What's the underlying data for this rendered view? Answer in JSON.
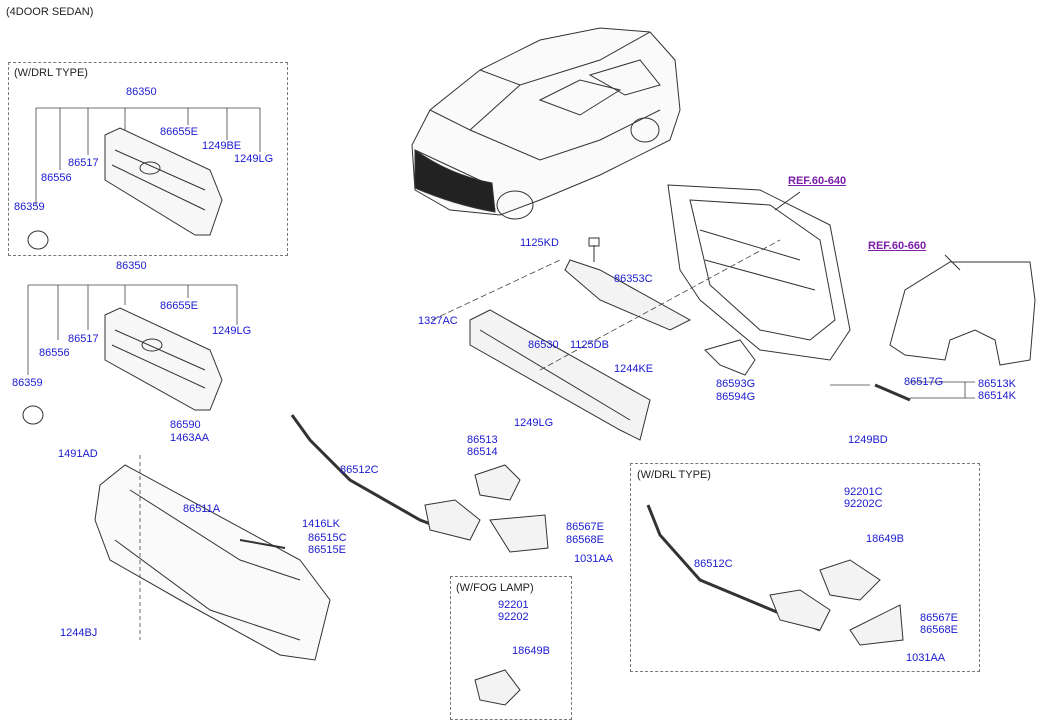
{
  "header": {
    "title": "(4DOOR SEDAN)"
  },
  "boxes": {
    "drl_grille": "(W/DRL TYPE)",
    "drl_lower": "(W/DRL TYPE)",
    "fog": "(W/FOG LAMP)"
  },
  "refs": {
    "ref1": "REF.60-640",
    "ref2": "REF.60-660"
  },
  "labels": {
    "p86350a": "86350",
    "p86655Ea": "86655E",
    "p1249BE": "1249BE",
    "p1249LGa": "1249LG",
    "p86517a": "86517",
    "p86556a": "86556",
    "p86359a": "86359",
    "p86350b": "86350",
    "p86655Eb": "86655E",
    "p1249LGb": "1249LG",
    "p86517b": "86517",
    "p86556b": "86556",
    "p86359b": "86359",
    "p1125KD": "1125KD",
    "p86353C": "86353C",
    "p1327AC": "1327AC",
    "p86530": "86530",
    "p1125DB": "1125DB",
    "p1244KE": "1244KE",
    "p86593G": "86593G",
    "p86594G": "86594G",
    "p86517G": "86517G",
    "p86513K": "86513K",
    "p86514K": "86514K",
    "p1249BD": "1249BD",
    "p86590": "86590",
    "p1463AA": "1463AA",
    "p1491AD": "1491AD",
    "p86512Ca": "86512C",
    "p86513": "86513",
    "p86514": "86514",
    "p1249LGc": "1249LG",
    "p86511A": "86511A",
    "p1416LK": "1416LK",
    "p86515C": "86515C",
    "p86515E": "86515E",
    "p86567Ea": "86567E",
    "p86568Ea": "86568E",
    "p1031AAa": "1031AA",
    "p1244BJ": "1244BJ",
    "p92201": "92201",
    "p92202": "92202",
    "p18649Ba": "18649B",
    "p92201C": "92201C",
    "p92202C": "92202C",
    "p18649Bb": "18649B",
    "p86512Cb": "86512C",
    "p86567Eb": "86567E",
    "p86568Eb": "86568E",
    "p1031AAb": "1031AA"
  }
}
